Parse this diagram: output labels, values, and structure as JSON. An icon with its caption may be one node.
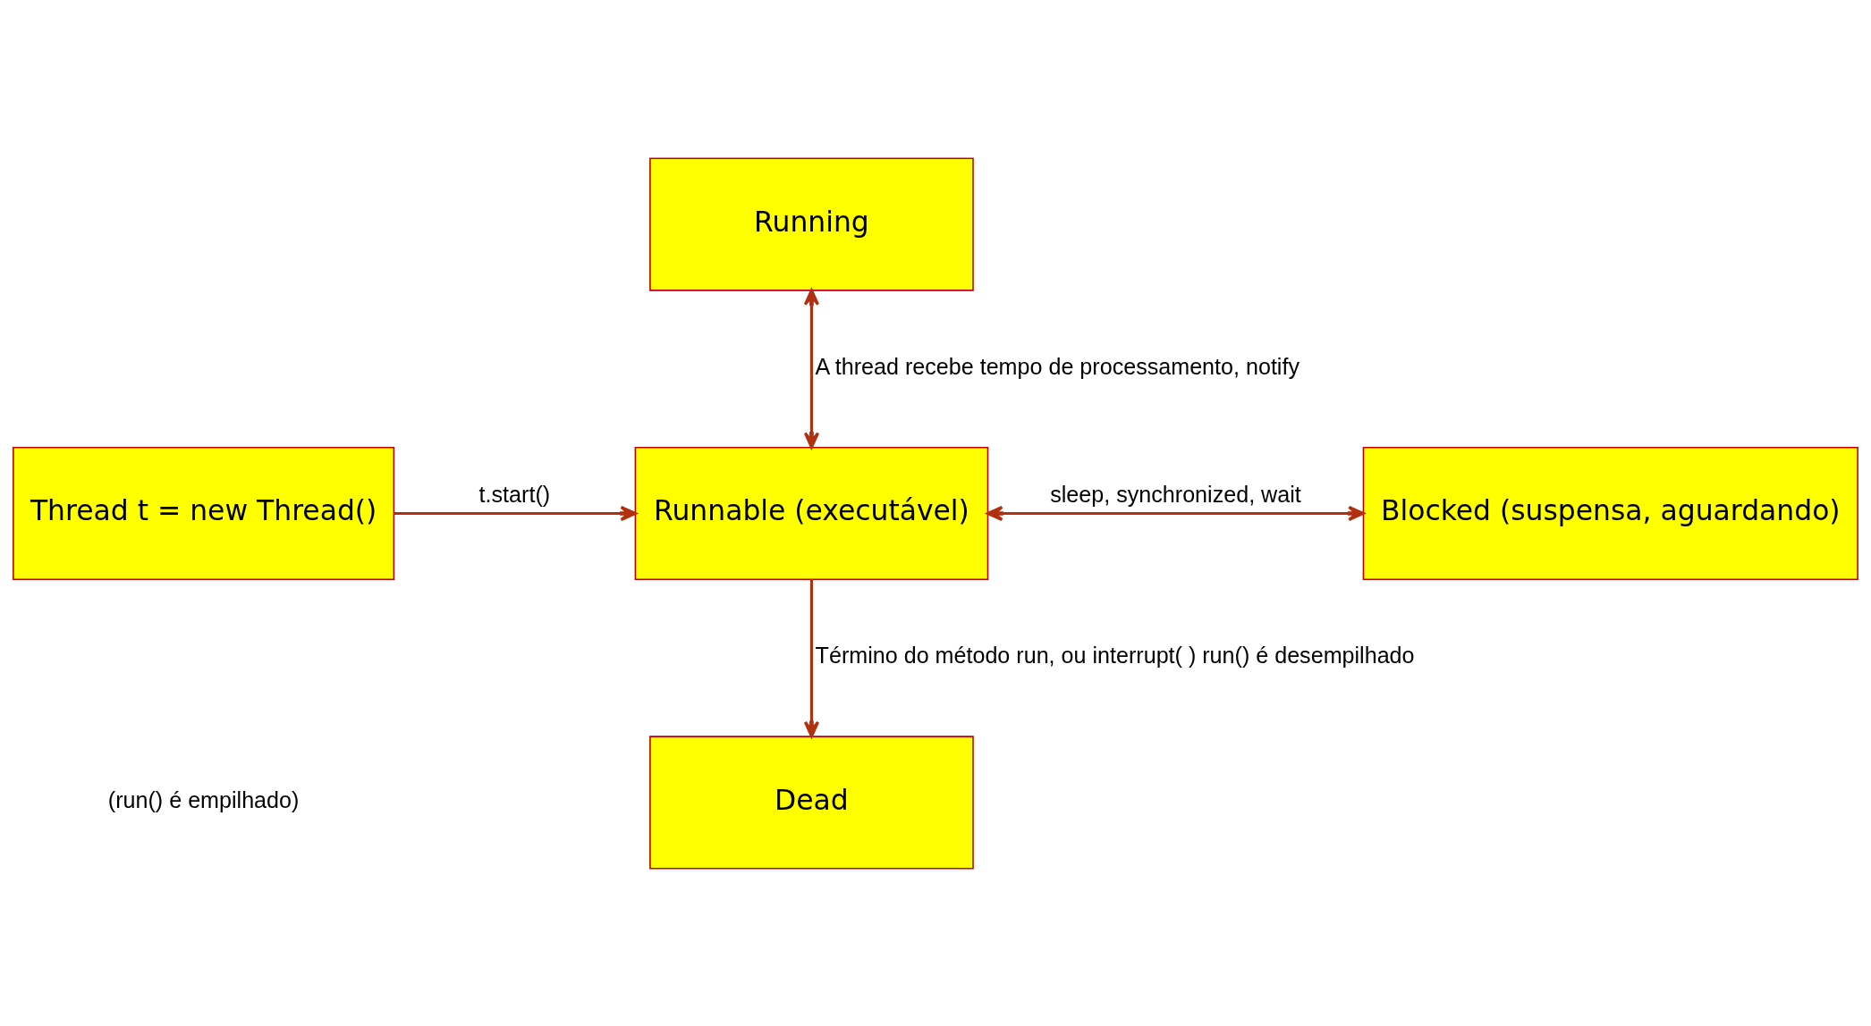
{
  "diagram": {
    "nodes": [
      {
        "text": [
          "Running"
        ]
      },
      {
        "text": [
          "Thread t = new Thread()"
        ]
      },
      {
        "text": [
          "Runnable (executável)"
        ]
      },
      {
        "text": [
          "Blocked (suspensa, aguardando)"
        ]
      },
      {
        "text": [
          "Dead"
        ]
      }
    ],
    "edges": [
      {
        "from": 0,
        "to": 2,
        "arrow": "both",
        "label": "A thread recebe tempo de processamento, notify"
      },
      {
        "from": 1,
        "to": 2,
        "arrow": "to",
        "label": "t.start()"
      },
      {
        "from": 2,
        "to": 3,
        "arrow": "both",
        "label": "sleep, synchronized, wait"
      },
      {
        "from": 2,
        "to": 4,
        "arrow": "to",
        "label": "Término do método run, ou interrupt( ) run() é desempilhado"
      }
    ],
    "labels": [
      "(run() é empilhado)"
    ]
  }
}
